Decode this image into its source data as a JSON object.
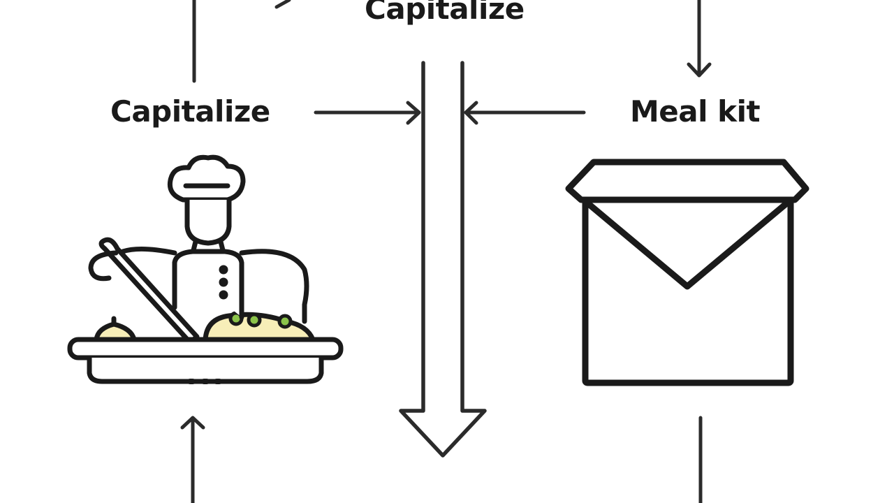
{
  "labels": {
    "top": "Capitalize",
    "left": "Capitalize",
    "right": "Meal kit"
  },
  "icons": {
    "left": "chef-serving-tray-icon",
    "right": "meal-kit-box-icon"
  },
  "colors": {
    "stroke": "#1a1a1a",
    "food_fill": "#f7eeb8",
    "greens": "#8bc34a",
    "background": "#ffffff"
  }
}
